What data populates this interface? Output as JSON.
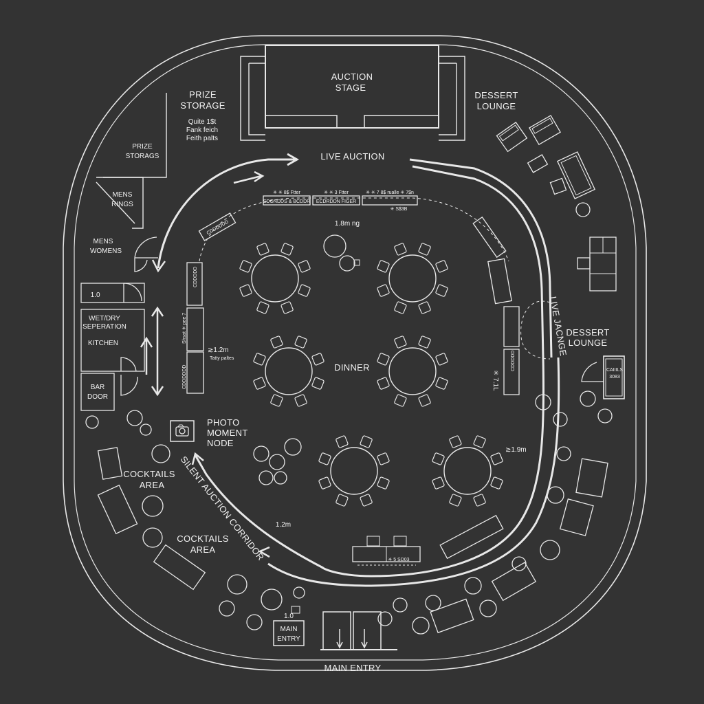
{
  "labels": {
    "auction_stage": [
      "AUCTION",
      "STAGE"
    ],
    "prize_storage_top": [
      "PRIZE",
      "STORAGE"
    ],
    "prize_storage_note": [
      "Quite 1$t",
      "Fank feich",
      "Feith palts"
    ],
    "prize_storage_room": [
      "PRIZE",
      "STORAGS"
    ],
    "mens_rings": [
      "MENS",
      "RINGS"
    ],
    "mens_womens": [
      "MENS",
      "WOMENS"
    ],
    "size_small_room": "1.0 ",
    "wet_dry": [
      "WET/DRY",
      "SEPERATION"
    ],
    "kitchen": "KITCHEN",
    "bar_door": [
      "BAR",
      "DOOR"
    ],
    "dessert_lounge_top": [
      "DESSERT",
      "LOUNGE"
    ],
    "dessert_lounge_right": [
      "DESSERT",
      "LOUNGE"
    ],
    "live_auction": "LIVE AUCTION",
    "live_auction_vertical": "LIVE JACNGE",
    "dinner": "DINNER",
    "photo_moment": [
      "PHOTO",
      "MOMENT",
      "NODE"
    ],
    "cocktails_upper": [
      "COCKTAILS",
      "AREA"
    ],
    "cocktails_lower": [
      "COCKTAILS",
      "AREA"
    ],
    "silent_corridor": "SILENT AUCTION CORRIDOR",
    "main_entry_box": [
      "MAIN",
      "ENTRY"
    ],
    "main_entry": "MAIN ENTRY",
    "dim_top": "1.8m ng",
    "dim_left": [
      "≳1.2m",
      "Tatty paltes"
    ],
    "dim_right_table": "≳1.9m",
    "dim_corridor": "1.2m",
    "dim_entry": "1.0",
    "dim_right_side": "✳ 7.1L",
    "right_box": [
      "CAIIILS",
      "3083"
    ],
    "top_table_labels": [
      "SDGNDDS & BCDDR",
      "ECDRDDN FIGER",
      "✳ S$3B"
    ],
    "top_table_heads": [
      "✳ ✳ 8$ Ftter",
      "✳ ✳ 3 Ftter",
      "✳ ✳ 7 8$ rualle ✳ 7$n"
    ],
    "left_table_label": "Shsat ✳ pee 7",
    "table_texts": [
      "CDDDDDD",
      "CDDDDD",
      "CDDDDDD",
      "CDDDDD"
    ],
    "bottom_table_label": "✳ 5 SD03"
  }
}
